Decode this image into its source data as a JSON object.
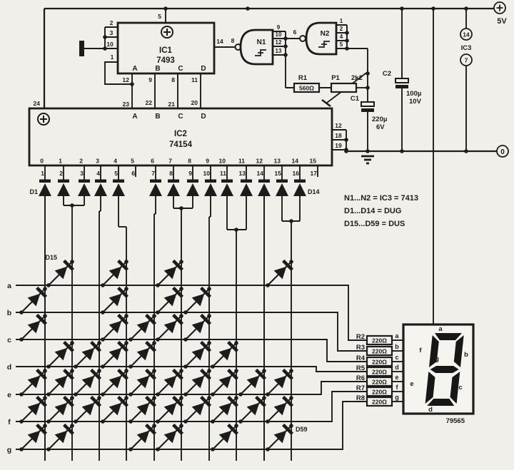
{
  "power": {
    "plus": "+",
    "supply": "5V",
    "ground": "0"
  },
  "ic1": {
    "name": "IC1",
    "part": "7493",
    "pin2": "2",
    "pin3": "3",
    "pin10": "10",
    "pin1": "1",
    "pin5": "5",
    "pin14": "14",
    "outputs": [
      {
        "sig": "A",
        "pin": "12"
      },
      {
        "sig": "B",
        "pin": "9"
      },
      {
        "sig": "C",
        "pin": "8"
      },
      {
        "sig": "D",
        "pin": "11"
      }
    ]
  },
  "gates": {
    "n1": {
      "name": "N1",
      "out_pin": "8",
      "in_pins": [
        "9",
        "10",
        "12",
        "13"
      ]
    },
    "n2": {
      "name": "N2",
      "out_pin": "6",
      "in_pins": [
        "1",
        "2",
        "4",
        "5"
      ]
    }
  },
  "r1": {
    "name": "R1",
    "value": "560Ω"
  },
  "p1": {
    "name": "P1",
    "value": "2k2"
  },
  "c1": {
    "name": "C1",
    "value": "220µ",
    "volt": "6V"
  },
  "c2": {
    "name": "C2",
    "value": "100µ",
    "volt": "10V"
  },
  "ic2": {
    "name": "IC2",
    "part": "74154",
    "pin24": "24",
    "inputs": [
      {
        "pin": "23",
        "sig": "A"
      },
      {
        "pin": "22",
        "sig": "B"
      },
      {
        "pin": "21",
        "sig": "C"
      },
      {
        "pin": "20",
        "sig": "D"
      }
    ],
    "side_pins": [
      "12",
      "18",
      "19"
    ],
    "outputs": [
      {
        "out": "0",
        "pin": "1"
      },
      {
        "out": "1",
        "pin": "2"
      },
      {
        "out": "2",
        "pin": "3"
      },
      {
        "out": "3",
        "pin": "4"
      },
      {
        "out": "4",
        "pin": "5"
      },
      {
        "out": "5",
        "pin": "6"
      },
      {
        "out": "6",
        "pin": "7"
      },
      {
        "out": "7",
        "pin": "8"
      },
      {
        "out": "8",
        "pin": "9"
      },
      {
        "out": "9",
        "pin": "10"
      },
      {
        "out": "10",
        "pin": "11"
      },
      {
        "out": "11",
        "pin": "13"
      },
      {
        "out": "12",
        "pin": "14"
      },
      {
        "out": "13",
        "pin": "15"
      },
      {
        "out": "14",
        "pin": "16"
      },
      {
        "out": "15",
        "pin": "17"
      }
    ]
  },
  "ic3": {
    "name": "IC3",
    "top_pin": "14",
    "bottom_pin": "7"
  },
  "notes": [
    "N1...N2 = IC3 = 7413",
    "D1...D14 = DUG",
    "D15...D59 = DUS"
  ],
  "diode_row": {
    "first_label": "D1",
    "last_label": "D14"
  },
  "matrix": {
    "first_label": "D15",
    "last_label": "D59",
    "rows": [
      {
        "label": "a",
        "cols": [
          2,
          4,
          6,
          10
        ]
      },
      {
        "label": "b",
        "cols": [
          1,
          4,
          6,
          7
        ]
      },
      {
        "label": "c",
        "cols": [
          1,
          4,
          5,
          6,
          7
        ]
      },
      {
        "label": "d",
        "cols": [
          2,
          3,
          4,
          5,
          7,
          8
        ]
      },
      {
        "label": "e",
        "cols": [
          1,
          2,
          3,
          4,
          5,
          6,
          7,
          8,
          9,
          10
        ]
      },
      {
        "label": "f",
        "cols": [
          1,
          2,
          3,
          4,
          5,
          6,
          7,
          8,
          9,
          10
        ]
      },
      {
        "label": "g",
        "cols": [
          1,
          2,
          5,
          6,
          8,
          10
        ]
      }
    ]
  },
  "resistors": [
    {
      "name": "R2",
      "value": "220Ω",
      "segment": "a"
    },
    {
      "name": "R3",
      "value": "220Ω",
      "segment": "b"
    },
    {
      "name": "R4",
      "value": "220Ω",
      "segment": "c"
    },
    {
      "name": "R5",
      "value": "220Ω",
      "segment": "d"
    },
    {
      "name": "R6",
      "value": "220Ω",
      "segment": "e"
    },
    {
      "name": "R7",
      "value": "220Ω",
      "segment": "f"
    },
    {
      "name": "R8",
      "value": "220Ω",
      "segment": "g"
    }
  ],
  "display": {
    "segment_labels": [
      "a",
      "b",
      "c",
      "d",
      "e",
      "f",
      "g"
    ],
    "figure_number": "79565"
  }
}
